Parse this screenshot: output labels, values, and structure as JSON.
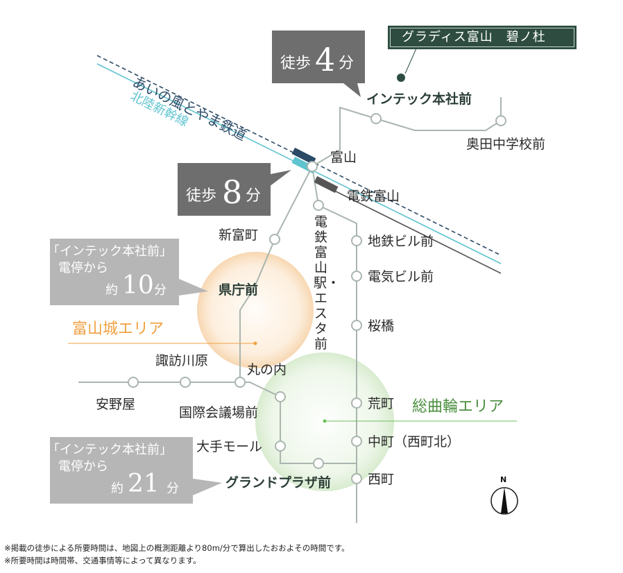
{
  "header": {
    "property_name": "グラディス富山　碧ノ杜"
  },
  "walk_badges": {
    "near_intec": {
      "prefix": "徒歩",
      "number": "4",
      "suffix": "分"
    },
    "near_toyama": {
      "prefix": "徒歩",
      "number": "8",
      "suffix": "分"
    }
  },
  "tram_notes": {
    "to_kencho": {
      "line1": "「インテック本社前」",
      "line2": "電停から",
      "prefix": "約",
      "number": "10",
      "suffix": "分"
    },
    "to_grand_plaza": {
      "line1": "「インテック本社前」",
      "line2": "電停から",
      "prefix": "約",
      "number": "21",
      "suffix": "分"
    }
  },
  "railways": {
    "ainokaze": "あいの風とやま鉄道",
    "hokuriku_shinkansen": "北陸新幹線"
  },
  "stations": {
    "intec_honsha_mae": "インテック本社前",
    "okuda_chugakko_mae": "奥田中学校前",
    "toyama": "富山",
    "dentetsu_toyama": "電鉄富山",
    "dentetsu_toyama_eki_esuta_mae": "電鉄富山駅・エスタ前",
    "shintomicho": "新富町",
    "chitetsu_biru_mae": "地鉄ビル前",
    "denki_biru_mae": "電気ビル前",
    "kencho_mae": "県庁前",
    "sakurabashi": "桜橋",
    "suwagawara": "諏訪川原",
    "marunouchi": "丸の内",
    "yasunoya": "安野屋",
    "kokusai_kaigijo_mae": "国際会議場前",
    "aramachi": "荒町",
    "nakamachi": "中町（西町北）",
    "ote_mall": "大手モール",
    "nishicho": "西町",
    "grand_plaza_mae": "グランドプラザ前"
  },
  "areas": {
    "toyama_castle": "富山城エリア",
    "sogawa": "総曲輪エリア"
  },
  "compass": {
    "label": "N"
  },
  "colors": {
    "tram_line": "#a9b5ae",
    "ainokaze_line": "#2b4a66",
    "shinkansen_line": "#5fc3d0",
    "chitetsu_line": "#555555",
    "property_green": "#2e4d40",
    "castle_area_orange": "#f0a040",
    "sogawa_area_green": "#6cbf5a"
  },
  "footnotes": [
    "※掲載の徒歩による所要時間は、地図上の概測距離より80m/分で算出したおおよその時間です。",
    "※所要時間は時間帯、交通事情等によって異なります。"
  ]
}
